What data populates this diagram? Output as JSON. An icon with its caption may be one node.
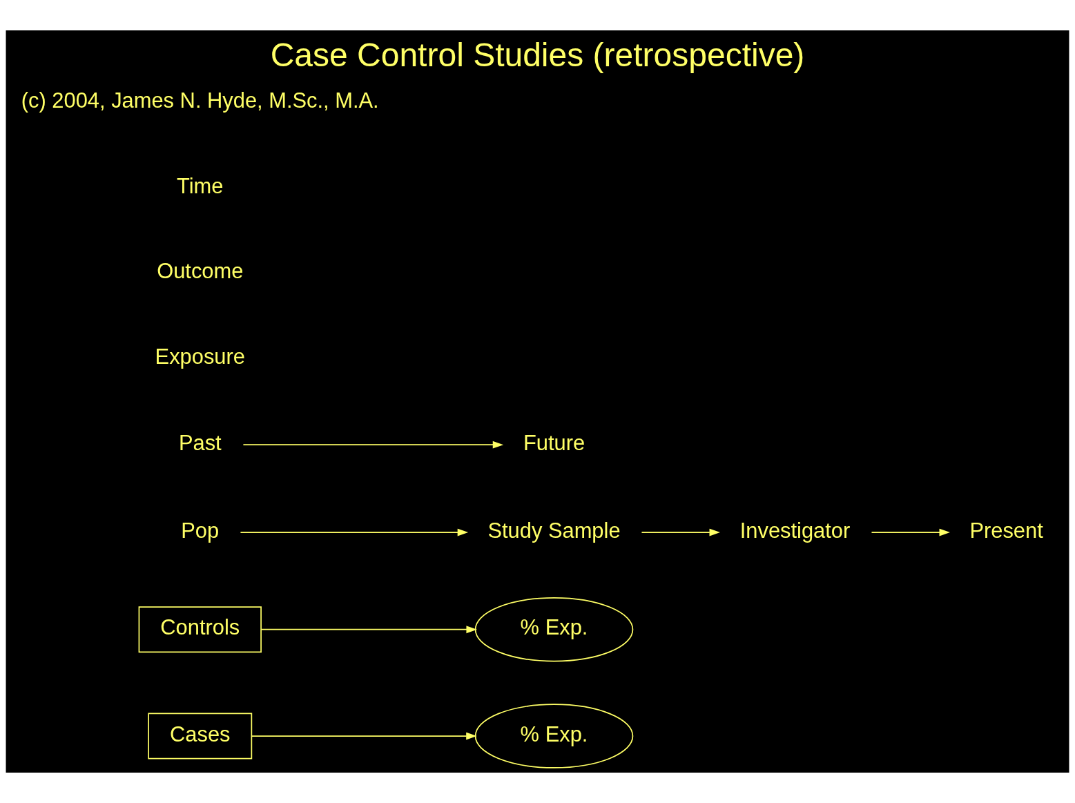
{
  "diagram": {
    "title": "Case Control Studies (retrospective)",
    "nodes": [
      {
        "text": [
          "% Exp."
        ]
      },
      {
        "text": [
          "Cases"
        ]
      },
      {
        "text": [
          "% Exp."
        ]
      },
      {
        "text": [
          "Controls"
        ]
      },
      {
        "text": [
          "Study Sample"
        ]
      },
      {
        "text": [
          "Pop"
        ]
      },
      {
        "text": [
          "Investigator"
        ]
      },
      {
        "text": [
          "Past"
        ]
      },
      {
        "text": [
          "Future"
        ]
      },
      {
        "text": [
          "Present"
        ]
      }
    ],
    "edges": [
      {
        "from": 1,
        "to": 0,
        "arrow": "to"
      },
      {
        "from": 3,
        "to": 2,
        "arrow": "to"
      },
      {
        "from": 5,
        "to": 4,
        "arrow": "to"
      },
      {
        "from": 4,
        "to": 6,
        "arrow": "to"
      },
      {
        "from": 6,
        "to": 9,
        "arrow": "to"
      },
      {
        "from": 7,
        "to": 8,
        "arrow": "to"
      }
    ],
    "labels": [
      "Exposure",
      "Outcome",
      "Time",
      "(c) 2004, James N. Hyde, M.Sc., M.A."
    ]
  }
}
